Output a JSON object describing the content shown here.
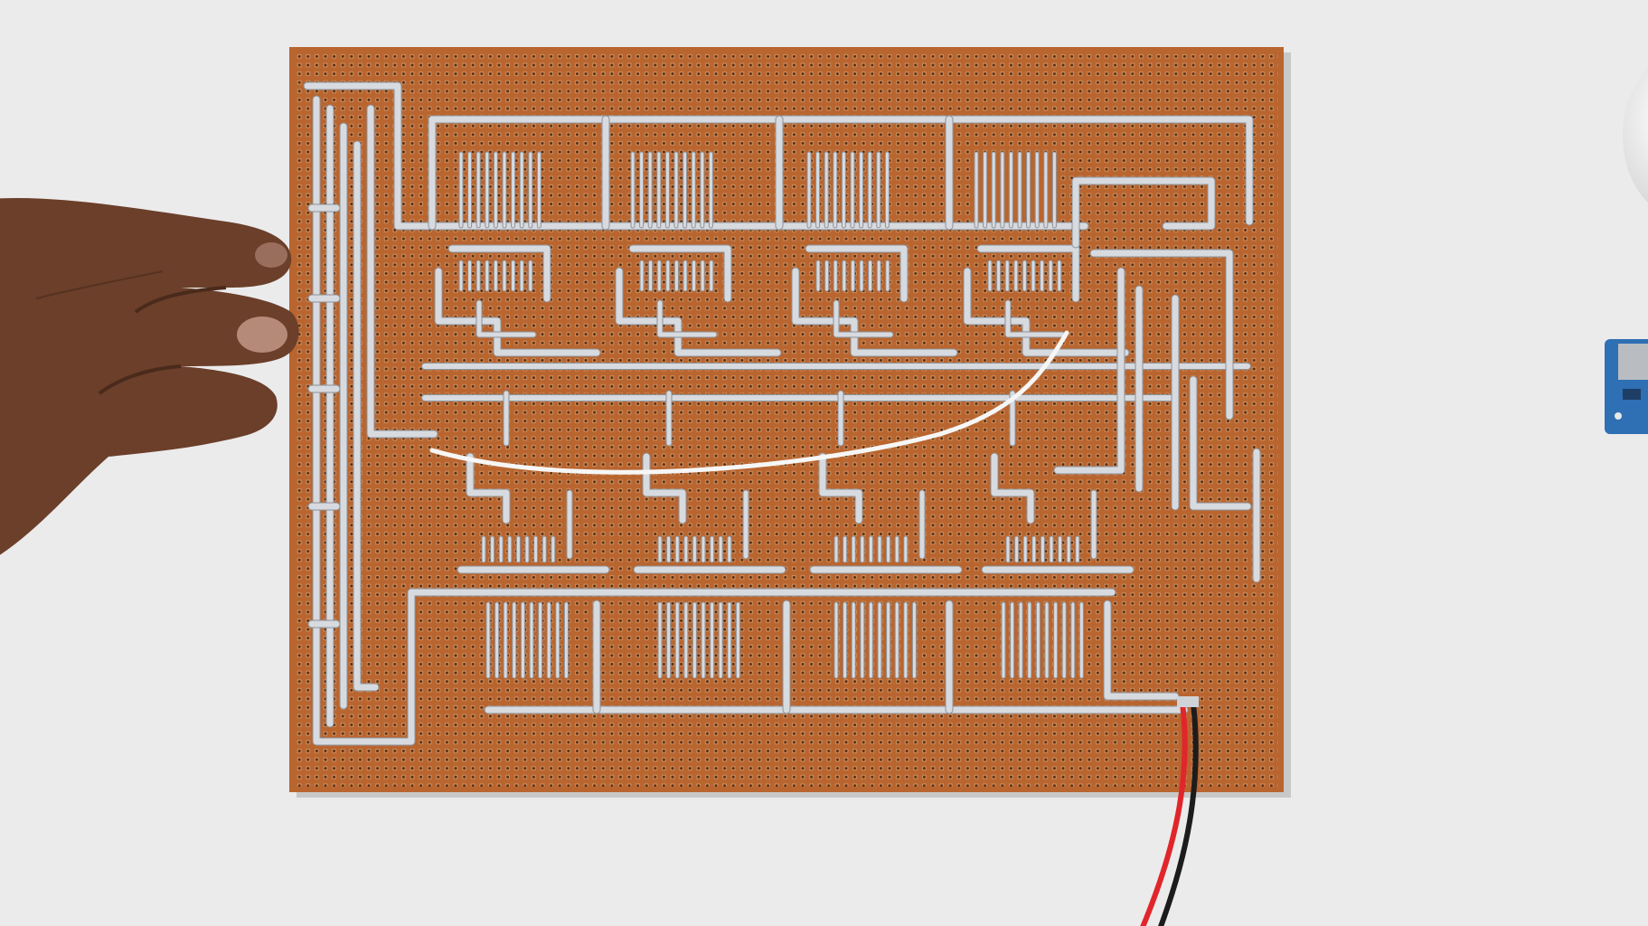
{
  "scene": {
    "description_hidden": "",
    "colors": {
      "background": "#e9e9e9",
      "board": "#b9652f",
      "board_dark": "#8f4a20",
      "hole": "#5a2e12",
      "solder": "#cfd3d8",
      "solder_shadow": "#8e9298",
      "wire_white": "#f7f7f7",
      "wire_red": "#e0262b",
      "wire_black": "#1c1c1c",
      "skin": "#6b3f2a",
      "skin_shadow": "#4a2a1b",
      "module_blue": "#2f6fb3"
    },
    "objects": [
      {
        "name": "perfboard",
        "icon": "pcb-board"
      },
      {
        "name": "hand",
        "icon": "hand"
      },
      {
        "name": "power-wires",
        "icon": "red-black-wire"
      },
      {
        "name": "jumper-wire",
        "icon": "white-wire"
      },
      {
        "name": "blue-module",
        "icon": "circuit-module"
      }
    ]
  }
}
